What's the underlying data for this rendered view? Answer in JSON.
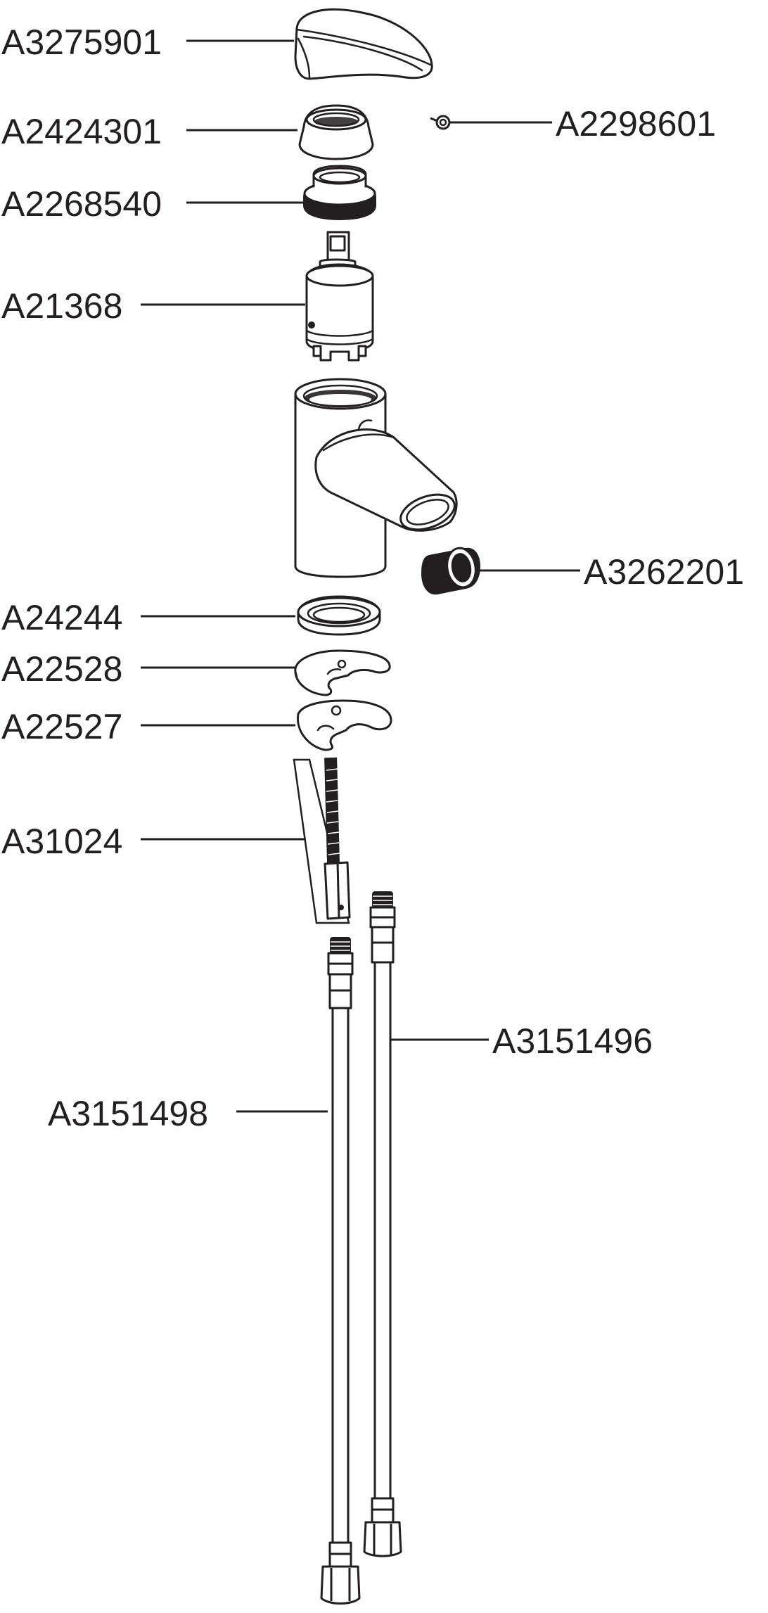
{
  "colors": {
    "line": "#231f20",
    "background": "#ffffff"
  },
  "parts": [
    {
      "id": "handle",
      "number": "A3275901"
    },
    {
      "id": "cover-cap",
      "number": "A2424301"
    },
    {
      "id": "set-screw",
      "number": "A2298601"
    },
    {
      "id": "cartridge-nut",
      "number": "A2268540"
    },
    {
      "id": "cartridge",
      "number": "A21368"
    },
    {
      "id": "aerator",
      "number": "A3262201"
    },
    {
      "id": "base-gasket",
      "number": "A24244"
    },
    {
      "id": "washer-upper",
      "number": "A22528"
    },
    {
      "id": "washer-lower",
      "number": "A22527"
    },
    {
      "id": "threaded-rod",
      "number": "A31024"
    },
    {
      "id": "hose-right",
      "number": "A3151496"
    },
    {
      "id": "hose-left",
      "number": "A3151498"
    }
  ]
}
